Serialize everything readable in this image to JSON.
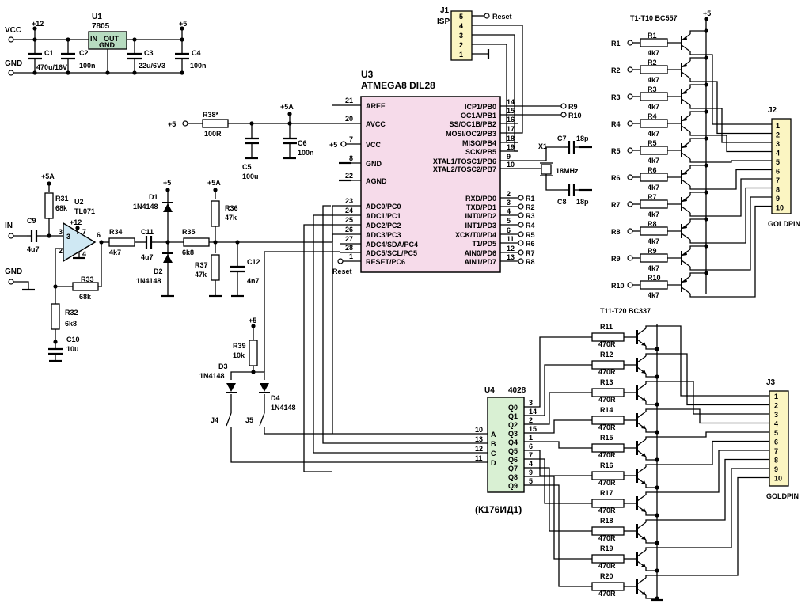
{
  "power": {
    "vcc": "VCC",
    "gnd": "GND",
    "v12": "+12",
    "v5": "+5",
    "u1_ref": "U1",
    "u1_val": "7805",
    "u1_in": "IN",
    "u1_out": "OUT",
    "u1_gnd": "GND",
    "c1_ref": "C1",
    "c1_val": "470u/16V",
    "c2_ref": "C2",
    "c2_val": "100n",
    "c3_ref": "C3",
    "c3_val": "22u/6V3",
    "c4_ref": "C4",
    "c4_val": "100n"
  },
  "isp": {
    "ref": "J1",
    "name": "ISP",
    "pins": [
      "5",
      "4",
      "3",
      "2",
      "1"
    ],
    "reset": "Reset"
  },
  "mcu": {
    "ref": "U3",
    "name": "ATMEGA8 DIL28",
    "left_pins": [
      {
        "num": "21",
        "label": "AREF"
      },
      {
        "num": "20",
        "label": "AVCC"
      },
      {
        "num": "7",
        "label": "VCC"
      },
      {
        "num": "8",
        "label": "GND"
      },
      {
        "num": "22",
        "label": "AGND"
      },
      {
        "num": "23",
        "label": "ADC0/PC0"
      },
      {
        "num": "24",
        "label": "ADC1/PC1"
      },
      {
        "num": "25",
        "label": "ADC2/PC2"
      },
      {
        "num": "26",
        "label": "ADC3/PC3"
      },
      {
        "num": "27",
        "label": "ADC4/SDA/PC4"
      },
      {
        "num": "28",
        "label": "ADC5/SCL/PC5"
      },
      {
        "num": "1",
        "label": "RESET/PC6"
      }
    ],
    "right_pins": [
      {
        "num": "14",
        "label": "ICP1/PB0",
        "net": "R9"
      },
      {
        "num": "15",
        "label": "OC1A/PB1",
        "net": "R10"
      },
      {
        "num": "16",
        "label": "SS/OC1B/PB2",
        "net": ""
      },
      {
        "num": "17",
        "label": "MOSI/OC2/PB3",
        "net": ""
      },
      {
        "num": "18",
        "label": "MISO/PB4",
        "net": ""
      },
      {
        "num": "19",
        "label": "SCK/PB5",
        "net": ""
      },
      {
        "num": "9",
        "label": "XTAL1/TOSC1/PB6",
        "net": ""
      },
      {
        "num": "10",
        "label": "XTAL2/TOSC2/PB7",
        "net": ""
      },
      {
        "num": "2",
        "label": "RXD/PD0",
        "net": "R1"
      },
      {
        "num": "3",
        "label": "TXD/PD1",
        "net": "R2"
      },
      {
        "num": "4",
        "label": "INT0/PD2",
        "net": "R3"
      },
      {
        "num": "5",
        "label": "INT1/PD3",
        "net": "R4"
      },
      {
        "num": "6",
        "label": "XCK/T0/PD4",
        "net": "R5"
      },
      {
        "num": "11",
        "label": "T1/PD5",
        "net": "R6"
      },
      {
        "num": "12",
        "label": "AIN0/PD6",
        "net": "R7"
      },
      {
        "num": "13",
        "label": "AIN1/PD7",
        "net": "R8"
      }
    ],
    "reset_label": "Reset",
    "v5": "+5",
    "v5a": "+5A"
  },
  "avcc": {
    "r38_ref": "R38*",
    "r38_val": "100R",
    "c5_ref": "C5",
    "c5_val": "100u",
    "c6_ref": "C6",
    "c6_val": "100n",
    "v5": "+5",
    "v5a": "+5A"
  },
  "crystal": {
    "x1_ref": "X1",
    "x1_val": "18MHz",
    "c7_ref": "C7",
    "c7_val": "18p",
    "c8_ref": "C8",
    "c8_val": "18p"
  },
  "input": {
    "in": "IN",
    "gnd": "GND",
    "v5a": "+5A",
    "v12": "+12",
    "v5": "+5",
    "c9_ref": "C9",
    "c9_val": "4u7",
    "r31_ref": "R31",
    "r31_val": "68k",
    "u2_ref": "U2",
    "u2_val": "TL071",
    "r33_ref": "R33",
    "r33_val": "68k",
    "r32_ref": "R32",
    "r32_val": "6k8",
    "c10_ref": "C10",
    "c10_val": "10u",
    "r34_ref": "R34",
    "r34_val": "4k7",
    "c11_ref": "C11",
    "c11_val": "4u7",
    "r35_ref": "R35",
    "r35_val": "6k8",
    "d1_ref": "D1",
    "d1_val": "1N4148",
    "d2_ref": "D2",
    "d2_val": "1N4148",
    "r36_ref": "R36",
    "r36_val": "47k",
    "r37_ref": "R37",
    "r37_val": "47k",
    "c12_ref": "C12",
    "c12_val": "4n7",
    "opamp_pins": [
      "3",
      "2",
      "7",
      "4",
      "6"
    ]
  },
  "switches": {
    "v5": "+5",
    "r39_ref": "R39",
    "r39_val": "10k",
    "d3_ref": "D3",
    "d3_val": "1N4148",
    "d4_ref": "D4",
    "d4_val": "1N4148",
    "j4": "J4",
    "j5": "J5"
  },
  "pnp": {
    "title": "T1-T10 BC557",
    "v5": "+5",
    "rows": [
      {
        "net": "R1",
        "ref": "R1",
        "val": "4k7"
      },
      {
        "net": "R2",
        "ref": "R2",
        "val": "4k7"
      },
      {
        "net": "R3",
        "ref": "R3",
        "val": "4k7"
      },
      {
        "net": "R4",
        "ref": "R4",
        "val": "4k7"
      },
      {
        "net": "R5",
        "ref": "R5",
        "val": "4k7"
      },
      {
        "net": "R6",
        "ref": "R6",
        "val": "4k7"
      },
      {
        "net": "R7",
        "ref": "R7",
        "val": "4k7"
      },
      {
        "net": "R8",
        "ref": "R8",
        "val": "4k7"
      },
      {
        "net": "R9",
        "ref": "R9",
        "val": "4k7"
      },
      {
        "net": "R10",
        "ref": "R10",
        "val": "4k7"
      }
    ]
  },
  "j2": {
    "ref": "J2",
    "pins": [
      "1",
      "2",
      "3",
      "4",
      "5",
      "6",
      "7",
      "8",
      "9",
      "10"
    ],
    "name": "GOLDPIN"
  },
  "decoder": {
    "ref": "U4",
    "name": "4028",
    "alt": "(К176ИД1)",
    "inputs": [
      {
        "num": "10",
        "label": "A"
      },
      {
        "num": "13",
        "label": "B"
      },
      {
        "num": "12",
        "label": "C"
      },
      {
        "num": "11",
        "label": "D"
      }
    ],
    "outputs": [
      {
        "num": "3",
        "label": "Q0"
      },
      {
        "num": "14",
        "label": "Q1"
      },
      {
        "num": "2",
        "label": "Q2"
      },
      {
        "num": "15",
        "label": "Q3"
      },
      {
        "num": "1",
        "label": "Q4"
      },
      {
        "num": "6",
        "label": "Q5"
      },
      {
        "num": "7",
        "label": "Q6"
      },
      {
        "num": "4",
        "label": "Q7"
      },
      {
        "num": "9",
        "label": "Q8"
      },
      {
        "num": "5",
        "label": "Q9"
      }
    ]
  },
  "npn": {
    "title": "T11-T20 BC337",
    "rows": [
      {
        "ref": "R11",
        "val": "470R"
      },
      {
        "ref": "R12",
        "val": "470R"
      },
      {
        "ref": "R13",
        "val": "470R"
      },
      {
        "ref": "R14",
        "val": "470R"
      },
      {
        "ref": "R15",
        "val": "470R"
      },
      {
        "ref": "R16",
        "val": "470R"
      },
      {
        "ref": "R17",
        "val": "470R"
      },
      {
        "ref": "R18",
        "val": "470R"
      },
      {
        "ref": "R19",
        "val": "470R"
      },
      {
        "ref": "R20",
        "val": "470R"
      }
    ]
  },
  "j3": {
    "ref": "J3",
    "pins": [
      "1",
      "2",
      "3",
      "4",
      "5",
      "6",
      "7",
      "8",
      "9",
      "10"
    ],
    "name": "GOLDPIN"
  },
  "colors": {
    "mcu_fill": "#f6dbea",
    "isp_fill": "#fbf5c2",
    "j_fill": "#fbf5c2",
    "decoder_fill": "#d9f0d3",
    "reg_fill": "#b7dcc0"
  }
}
